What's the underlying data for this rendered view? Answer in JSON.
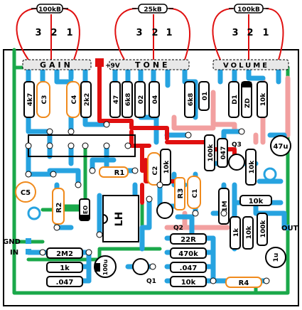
{
  "pots": [
    {
      "value": "100kB",
      "pins": [
        "3",
        "2",
        "1"
      ]
    },
    {
      "value": "25kB",
      "pins": [
        "3",
        "2",
        "1"
      ]
    },
    {
      "value": "100kB",
      "pins": [
        "3",
        "2",
        "1"
      ]
    }
  ],
  "board_labels": {
    "gain": "GAIN",
    "plus9v": "+9V",
    "tone": "TONE",
    "volume": "VOLUME",
    "gnd": "GND",
    "in": "IN",
    "out": "OUT",
    "q1": "Q1",
    "q2": "Q2",
    "q3": "Q3"
  },
  "components": {
    "r_4k7": "4k7",
    "c3": "C3",
    "c4": "C4",
    "r_2k2": "2k2",
    "r_47": "47",
    "r_6k8a": "6k8",
    "r_02": "02",
    "r_04": "04",
    "r_6k8b": "6k8",
    "r_01": "01",
    "d1": "D1",
    "zd": "ZD",
    "r_10ka": "10k",
    "c_47u": "47u",
    "r1": "R1",
    "c2": "C2",
    "r_10kb": "10k",
    "r_100k_v": "100k",
    "r_047a": "047",
    "r_10kc": "10k",
    "c5": "C5",
    "r2": "R2",
    "ic": "LH",
    "eo": "EO",
    "r3": "R3",
    "c1": "C1",
    "r_1m": "1M",
    "r_10kd": "10k",
    "r_1k_v": "1k",
    "r_10ke": "10k",
    "r_100k_v2": "100k",
    "c_1u": "1u",
    "r_2m2": "2M2",
    "r_1k": "1k",
    "r_047b": ".047",
    "c_100u": "100u",
    "r_22r": "22R",
    "r_470k": "470k",
    "r_047c": ".047",
    "r_10kf": "10k",
    "r4": "R4"
  }
}
